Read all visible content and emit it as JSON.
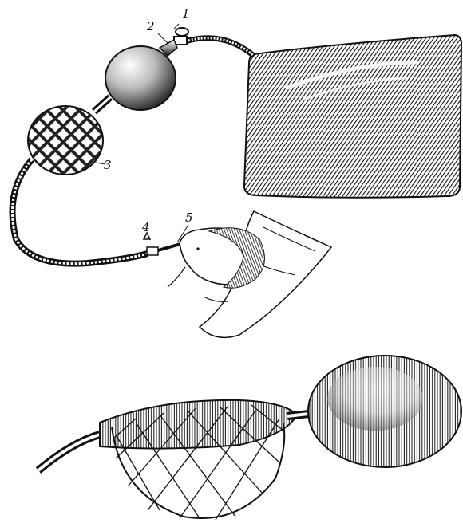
{
  "labels": {
    "valve": "1",
    "bulb_neck": "2",
    "net_bag": "3",
    "clamp": "4",
    "nasal_tube": "5"
  },
  "colors": {
    "ink": "#111111",
    "paper": "#ffffff"
  }
}
